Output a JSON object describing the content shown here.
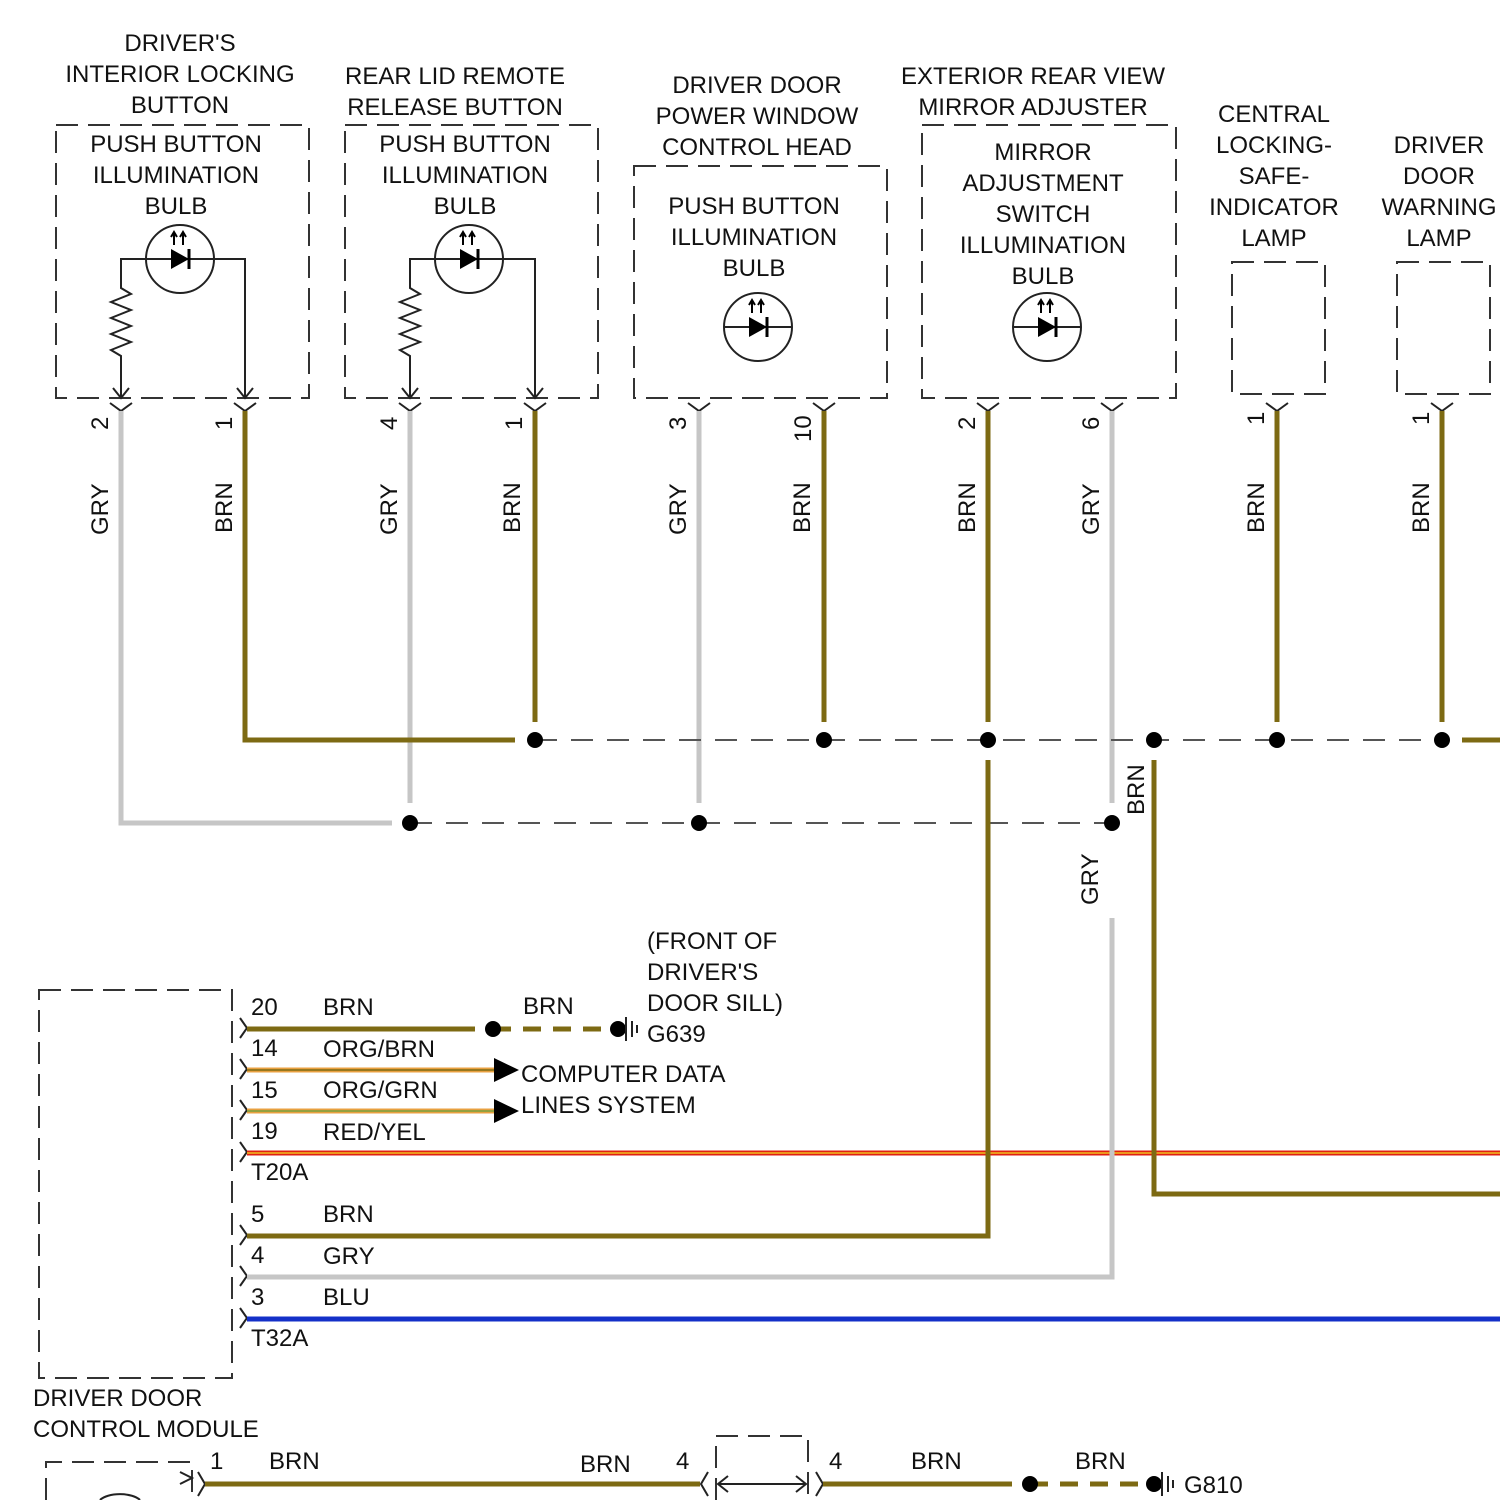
{
  "colors": {
    "brown": "#7d6a13",
    "gray": "#c6c6c6",
    "blue": "#1430c8",
    "red": "#e02010",
    "yellow": "#e8c020",
    "orange": "#f0a040",
    "green": "#78a040"
  },
  "components": {
    "drivers_locking_button": {
      "title": [
        "DRIVER'S",
        "INTERIOR LOCKING",
        "BUTTON"
      ],
      "inner": [
        "PUSH BUTTON",
        "ILLUMINATION",
        "BULB"
      ],
      "pins": [
        "2",
        "1"
      ],
      "wires": [
        "GRY",
        "BRN"
      ]
    },
    "rear_lid_release": {
      "title": [
        "REAR LID REMOTE",
        "RELEASE BUTTON"
      ],
      "inner": [
        "PUSH BUTTON",
        "ILLUMINATION",
        "BULB"
      ],
      "pins": [
        "4",
        "1"
      ],
      "wires": [
        "GRY",
        "BRN"
      ]
    },
    "power_window_head": {
      "title": [
        "DRIVER DOOR",
        "POWER WINDOW",
        "CONTROL HEAD"
      ],
      "inner": [
        "PUSH BUTTON",
        "ILLUMINATION",
        "BULB"
      ],
      "pins": [
        "3",
        "10"
      ],
      "wires": [
        "GRY",
        "BRN"
      ]
    },
    "mirror_adjuster": {
      "title": [
        "EXTERIOR REAR VIEW",
        "MIRROR ADJUSTER"
      ],
      "inner": [
        "MIRROR",
        "ADJUSTMENT",
        "SWITCH",
        "ILLUMINATION",
        "BULB"
      ],
      "pins": [
        "2",
        "6"
      ],
      "wires": [
        "BRN",
        "GRY"
      ]
    },
    "safe_indicator": {
      "title": [
        "CENTRAL",
        "LOCKING-",
        "SAFE-",
        "INDICATOR",
        "LAMP"
      ],
      "pins": [
        "1"
      ],
      "wires": [
        "BRN"
      ]
    },
    "warning_lamp": {
      "title": [
        "DRIVER",
        "DOOR",
        "WARNING",
        "LAMP"
      ],
      "pins": [
        "1"
      ],
      "wires": [
        "BRN"
      ]
    }
  },
  "splice_labels": {
    "brn": "BRN",
    "gry": "GRY"
  },
  "module": {
    "name": [
      "DRIVER DOOR",
      "CONTROL MODULE"
    ],
    "t20a": {
      "name": "T20A",
      "pins": [
        {
          "pin": "20",
          "wire": "BRN"
        },
        {
          "pin": "14",
          "wire": "ORG/BRN"
        },
        {
          "pin": "15",
          "wire": "ORG/GRN"
        },
        {
          "pin": "19",
          "wire": "RED/YEL"
        }
      ]
    },
    "t32a": {
      "name": "T32A",
      "pins": [
        {
          "pin": "5",
          "wire": "BRN"
        },
        {
          "pin": "4",
          "wire": "GRY"
        },
        {
          "pin": "3",
          "wire": "BLU"
        }
      ]
    }
  },
  "ground_g639": {
    "wire": "BRN",
    "id": "G639",
    "location": [
      "(FRONT OF",
      "DRIVER'S",
      "DOOR SILL)"
    ]
  },
  "data_lines": [
    "COMPUTER DATA",
    "LINES SYSTEM"
  ],
  "bottom": {
    "pin_left": "1",
    "wire_left": "BRN",
    "wire_mid": "BRN",
    "conn_pin_a": "4",
    "conn_pin_b": "4",
    "wire_right": "BRN",
    "wire_right2": "BRN",
    "ground": "G810"
  }
}
